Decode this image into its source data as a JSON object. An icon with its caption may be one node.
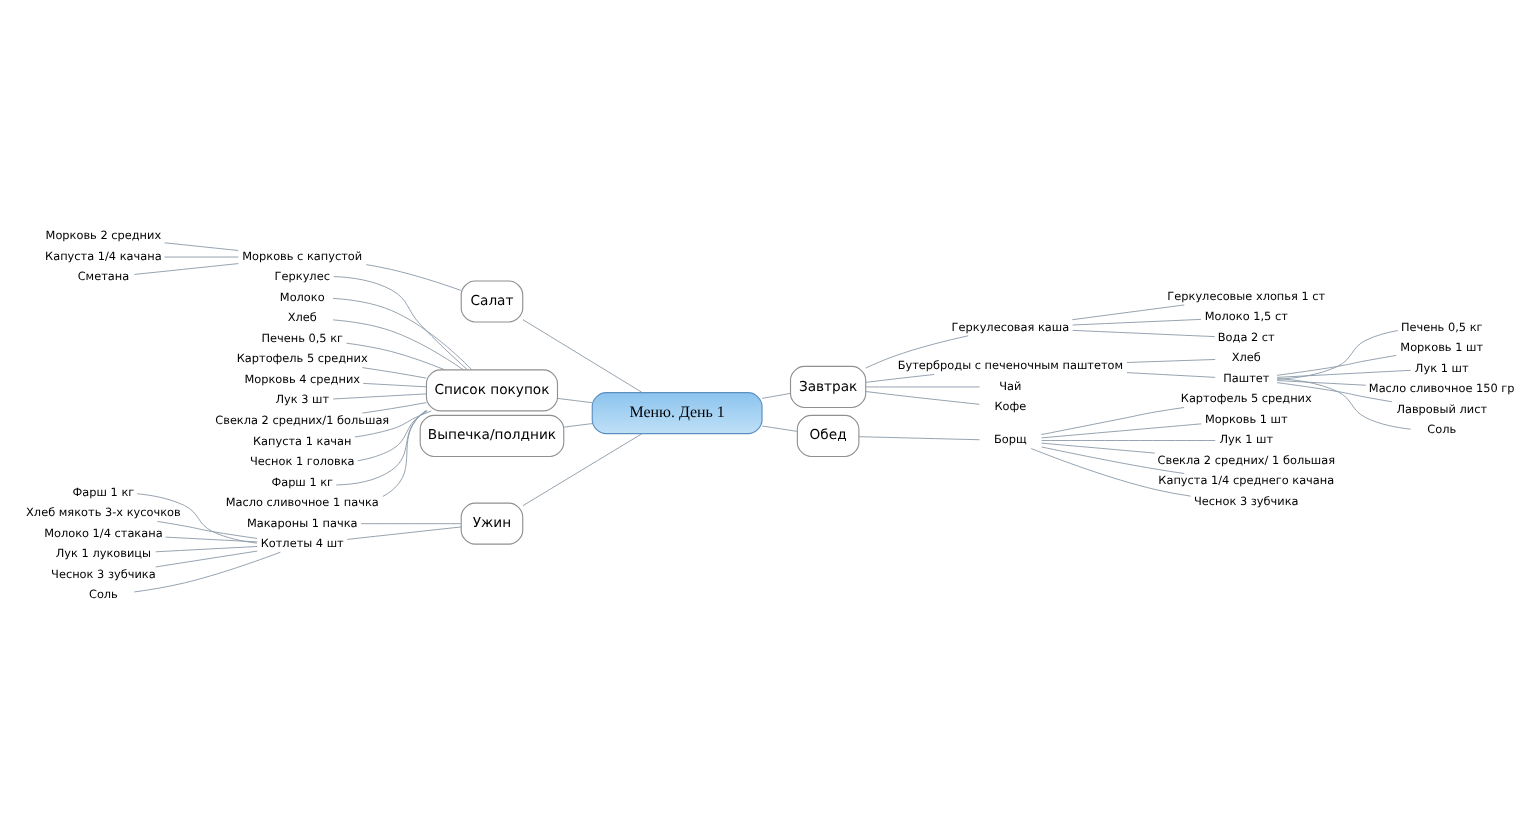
{
  "diagram": {
    "nodes": [
      {
        "text": [
          "Меню. День 1"
        ]
      },
      {
        "text": [
          "Салат"
        ]
      },
      {
        "text": [
          "Морковь с капустой"
        ]
      },
      {
        "text": [
          "Морковь 2 средних"
        ]
      },
      {
        "text": [
          "Капуста 1/4 качана"
        ]
      },
      {
        "text": [
          "Сметана"
        ]
      },
      {
        "text": [
          "Список покупок"
        ]
      },
      {
        "text": [
          "Геркулес"
        ]
      },
      {
        "text": [
          "Молоко"
        ]
      },
      {
        "text": [
          "Хлеб"
        ]
      },
      {
        "text": [
          "Печень 0,5 кг"
        ]
      },
      {
        "text": [
          "Картофель 5 средних"
        ]
      },
      {
        "text": [
          "Морковь 4 средних"
        ]
      },
      {
        "text": [
          "Лук 3 шт"
        ]
      },
      {
        "text": [
          "Свекла 2 средних/1 большая"
        ]
      },
      {
        "text": [
          "Капуста 1 качан"
        ]
      },
      {
        "text": [
          "Чеснок 1 головка"
        ]
      },
      {
        "text": [
          "Фарш 1 кг"
        ]
      },
      {
        "text": [
          "Масло сливочное 1 пачка"
        ]
      },
      {
        "text": [
          "Выпечка/полдник"
        ]
      },
      {
        "text": [
          "Ужин"
        ]
      },
      {
        "text": [
          "Макароны 1 пачка"
        ]
      },
      {
        "text": [
          "Котлеты 4 шт"
        ]
      },
      {
        "text": [
          "Фарш 1 кг"
        ]
      },
      {
        "text": [
          "Хлеб мякоть 3-х кусочков"
        ]
      },
      {
        "text": [
          "Молоко 1/4 стакана"
        ]
      },
      {
        "text": [
          "Лук 1 луковицы"
        ]
      },
      {
        "text": [
          "Чеснок 3 зубчика"
        ]
      },
      {
        "text": [
          "Соль"
        ]
      },
      {
        "text": [
          "Завтрак"
        ]
      },
      {
        "text": [
          "Геркулесовая каша"
        ]
      },
      {
        "text": [
          "Геркулесовые хлопья 1 ст"
        ]
      },
      {
        "text": [
          "Молоко 1,5 ст"
        ]
      },
      {
        "text": [
          "Вода 2 ст"
        ]
      },
      {
        "text": [
          "Бутерброды с печеночным паштетом"
        ]
      },
      {
        "text": [
          "Хлеб"
        ]
      },
      {
        "text": [
          "Паштет"
        ]
      },
      {
        "text": [
          "Печень 0,5 кг"
        ]
      },
      {
        "text": [
          "Морковь 1 шт"
        ]
      },
      {
        "text": [
          "Лук 1 шт"
        ]
      },
      {
        "text": [
          "Масло сливочное 150 гр"
        ]
      },
      {
        "text": [
          "Лавровый лист"
        ]
      },
      {
        "text": [
          "Соль"
        ]
      },
      {
        "text": [
          "Чай"
        ]
      },
      {
        "text": [
          "Кофе"
        ]
      },
      {
        "text": [
          "Обед"
        ]
      },
      {
        "text": [
          "Борщ"
        ]
      },
      {
        "text": [
          "Картофель 5 средних"
        ]
      },
      {
        "text": [
          "Морковь 1 шт"
        ]
      },
      {
        "text": [
          "Лук 1 шт"
        ]
      },
      {
        "text": [
          "Свекла 2 средних/ 1 большая"
        ]
      },
      {
        "text": [
          "Капуста 1/4 среднего качана"
        ]
      },
      {
        "text": [
          "Чеснок 3 зубчика"
        ]
      }
    ],
    "edges": [
      {
        "from": 0,
        "to": 1,
        "arrow": "none"
      },
      {
        "from": 1,
        "to": 2,
        "arrow": "none"
      },
      {
        "from": 2,
        "to": 3,
        "arrow": "none"
      },
      {
        "from": 2,
        "to": 4,
        "arrow": "none"
      },
      {
        "from": 2,
        "to": 5,
        "arrow": "none"
      },
      {
        "from": 0,
        "to": 6,
        "arrow": "none"
      },
      {
        "from": 6,
        "to": 7,
        "arrow": "none"
      },
      {
        "from": 6,
        "to": 8,
        "arrow": "none"
      },
      {
        "from": 6,
        "to": 9,
        "arrow": "none"
      },
      {
        "from": 6,
        "to": 10,
        "arrow": "none"
      },
      {
        "from": 6,
        "to": 11,
        "arrow": "none"
      },
      {
        "from": 6,
        "to": 12,
        "arrow": "none"
      },
      {
        "from": 6,
        "to": 13,
        "arrow": "none"
      },
      {
        "from": 6,
        "to": 14,
        "arrow": "none"
      },
      {
        "from": 6,
        "to": 15,
        "arrow": "none"
      },
      {
        "from": 6,
        "to": 16,
        "arrow": "none"
      },
      {
        "from": 6,
        "to": 17,
        "arrow": "none"
      },
      {
        "from": 6,
        "to": 18,
        "arrow": "none"
      },
      {
        "from": 0,
        "to": 19,
        "arrow": "none"
      },
      {
        "from": 0,
        "to": 20,
        "arrow": "none"
      },
      {
        "from": 20,
        "to": 21,
        "arrow": "none"
      },
      {
        "from": 20,
        "to": 22,
        "arrow": "none"
      },
      {
        "from": 22,
        "to": 23,
        "arrow": "none"
      },
      {
        "from": 22,
        "to": 24,
        "arrow": "none"
      },
      {
        "from": 22,
        "to": 25,
        "arrow": "none"
      },
      {
        "from": 22,
        "to": 26,
        "arrow": "none"
      },
      {
        "from": 22,
        "to": 27,
        "arrow": "none"
      },
      {
        "from": 22,
        "to": 28,
        "arrow": "none"
      },
      {
        "from": 0,
        "to": 29,
        "arrow": "none"
      },
      {
        "from": 29,
        "to": 30,
        "arrow": "none"
      },
      {
        "from": 30,
        "to": 31,
        "arrow": "none"
      },
      {
        "from": 30,
        "to": 32,
        "arrow": "none"
      },
      {
        "from": 30,
        "to": 33,
        "arrow": "none"
      },
      {
        "from": 29,
        "to": 34,
        "arrow": "none"
      },
      {
        "from": 34,
        "to": 35,
        "arrow": "none"
      },
      {
        "from": 34,
        "to": 36,
        "arrow": "none"
      },
      {
        "from": 36,
        "to": 37,
        "arrow": "none"
      },
      {
        "from": 36,
        "to": 38,
        "arrow": "none"
      },
      {
        "from": 36,
        "to": 39,
        "arrow": "none"
      },
      {
        "from": 36,
        "to": 40,
        "arrow": "none"
      },
      {
        "from": 36,
        "to": 41,
        "arrow": "none"
      },
      {
        "from": 36,
        "to": 42,
        "arrow": "none"
      },
      {
        "from": 29,
        "to": 43,
        "arrow": "none"
      },
      {
        "from": 29,
        "to": 44,
        "arrow": "none"
      },
      {
        "from": 0,
        "to": 45,
        "arrow": "none"
      },
      {
        "from": 45,
        "to": 46,
        "arrow": "none"
      },
      {
        "from": 46,
        "to": 47,
        "arrow": "none"
      },
      {
        "from": 46,
        "to": 48,
        "arrow": "none"
      },
      {
        "from": 46,
        "to": 49,
        "arrow": "none"
      },
      {
        "from": 46,
        "to": 50,
        "arrow": "none"
      },
      {
        "from": 46,
        "to": 51,
        "arrow": "none"
      },
      {
        "from": 46,
        "to": 52,
        "arrow": "none"
      }
    ]
  }
}
